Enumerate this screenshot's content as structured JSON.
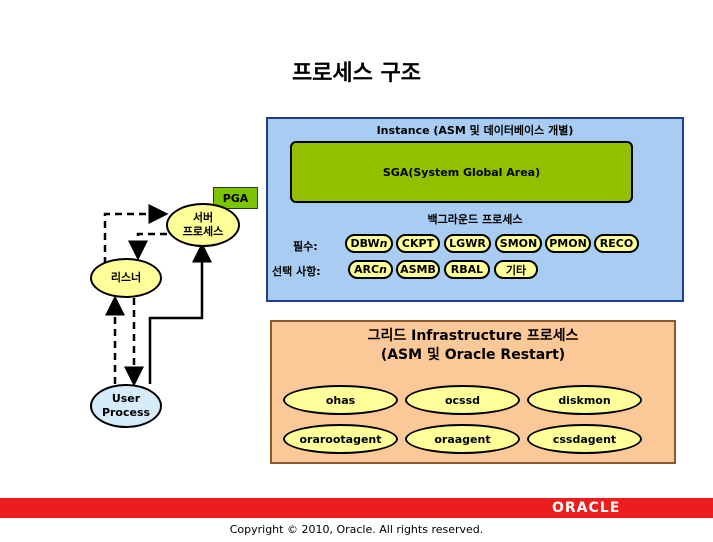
{
  "title": "프로세스 구조",
  "instance": {
    "label": "Instance (ASM 및 데이터베이스 개별)",
    "sga": "SGA(System Global Area)",
    "background_label": "백그라운드 프로세스",
    "required_label": "필수:",
    "required": [
      {
        "text": "DBW",
        "suffix": "n"
      },
      {
        "text": "CKPT",
        "suffix": ""
      },
      {
        "text": "LGWR",
        "suffix": ""
      },
      {
        "text": "SMON",
        "suffix": ""
      },
      {
        "text": "PMON",
        "suffix": ""
      },
      {
        "text": "RECO",
        "suffix": ""
      }
    ],
    "optional_label": "선택 사항:",
    "optional": [
      {
        "text": "ARC",
        "suffix": "n"
      },
      {
        "text": "ASMB",
        "suffix": ""
      },
      {
        "text": "RBAL",
        "suffix": ""
      },
      {
        "text": "기타",
        "suffix": ""
      }
    ]
  },
  "grid": {
    "title_line1": "그리드 Infrastructure 프로세스",
    "title_line2": "(ASM 및 Oracle Restart)",
    "processes": [
      "ohas",
      "ocssd",
      "diskmon",
      "orarootagent",
      "oraagent",
      "cssdagent"
    ]
  },
  "left": {
    "pga": "PGA",
    "server_process": [
      "서버",
      "프로세스"
    ],
    "listener": "리스너",
    "user_process": [
      "User",
      "Process"
    ]
  },
  "footer": {
    "logo": "ORACLE",
    "copyright": "Copyright © 2010, Oracle. All rights reserved."
  },
  "colors": {
    "instance_bg": "#a9cdf2",
    "sga_bg": "#92c000",
    "grid_bg": "#fbc898",
    "pill_bg": "#ffff99",
    "brand_red": "#ee1c1c"
  }
}
